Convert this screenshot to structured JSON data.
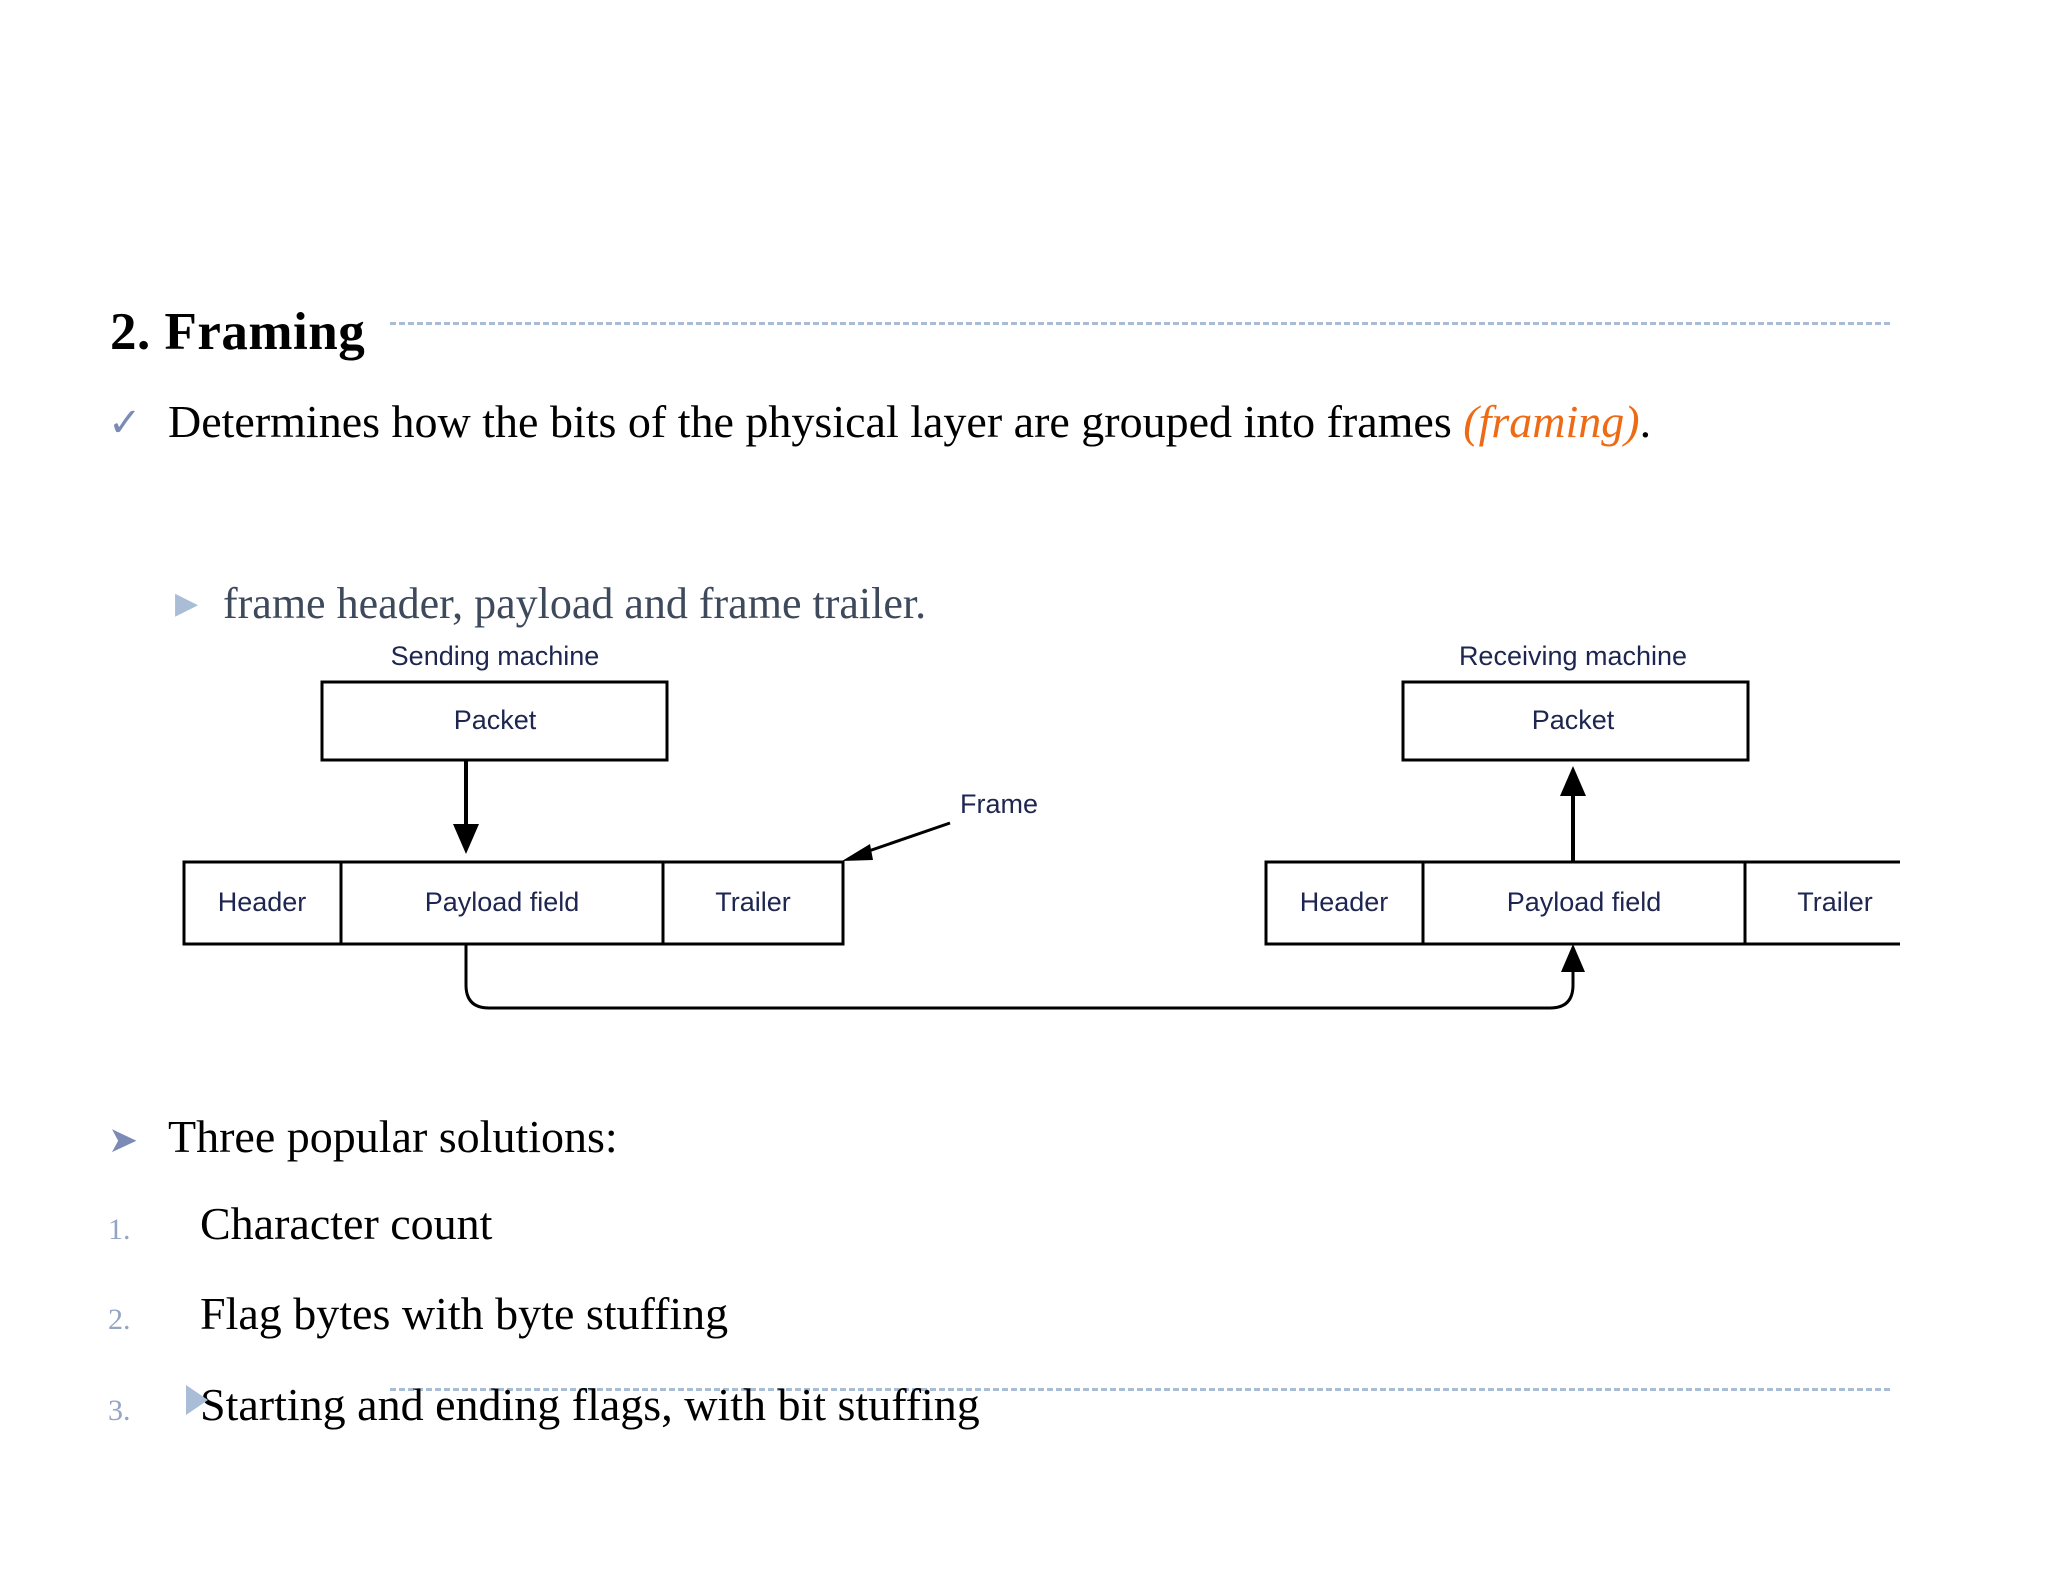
{
  "slide": {
    "title": "2. Framing",
    "bullet_main": {
      "marker": "check-icon",
      "text_before": "Determines how the bits of the physical layer are grouped into frames ",
      "emphasis": "(framing)",
      "text_after": "."
    },
    "bullet_sub": {
      "marker": "triangle-right-icon",
      "text": "frame header, payload and frame trailer."
    },
    "lead": {
      "marker": "arrow-bullet-icon",
      "text": "Three popular solutions:"
    },
    "numbered_items": [
      {
        "number": "1.",
        "text": "Character count"
      },
      {
        "number": "2.",
        "text": "Flag bytes with byte stuffing"
      },
      {
        "number": "3.",
        "text": "Starting and ending flags, with bit stuffing"
      }
    ]
  },
  "figure": {
    "sending_label": "Sending machine",
    "receiving_label": "Receiving machine",
    "sending_packet": "Packet",
    "receiving_packet": "Packet",
    "frame_label": "Frame",
    "sending_frame": {
      "header": "Header",
      "payload": "Payload field",
      "trailer": "Trailer"
    },
    "receiving_frame": {
      "header": "Header",
      "payload": "Payload field",
      "trailer": "Trailer"
    }
  },
  "colors": {
    "accent_orange": "#ee6a14",
    "bullet_blue": "#7b8bb5",
    "sub_bullet_blue": "#a9bdd6",
    "dashed_rule": "#a8bcd4",
    "figure_text": "#1d2550",
    "sub_text": "#3e4a5b"
  }
}
